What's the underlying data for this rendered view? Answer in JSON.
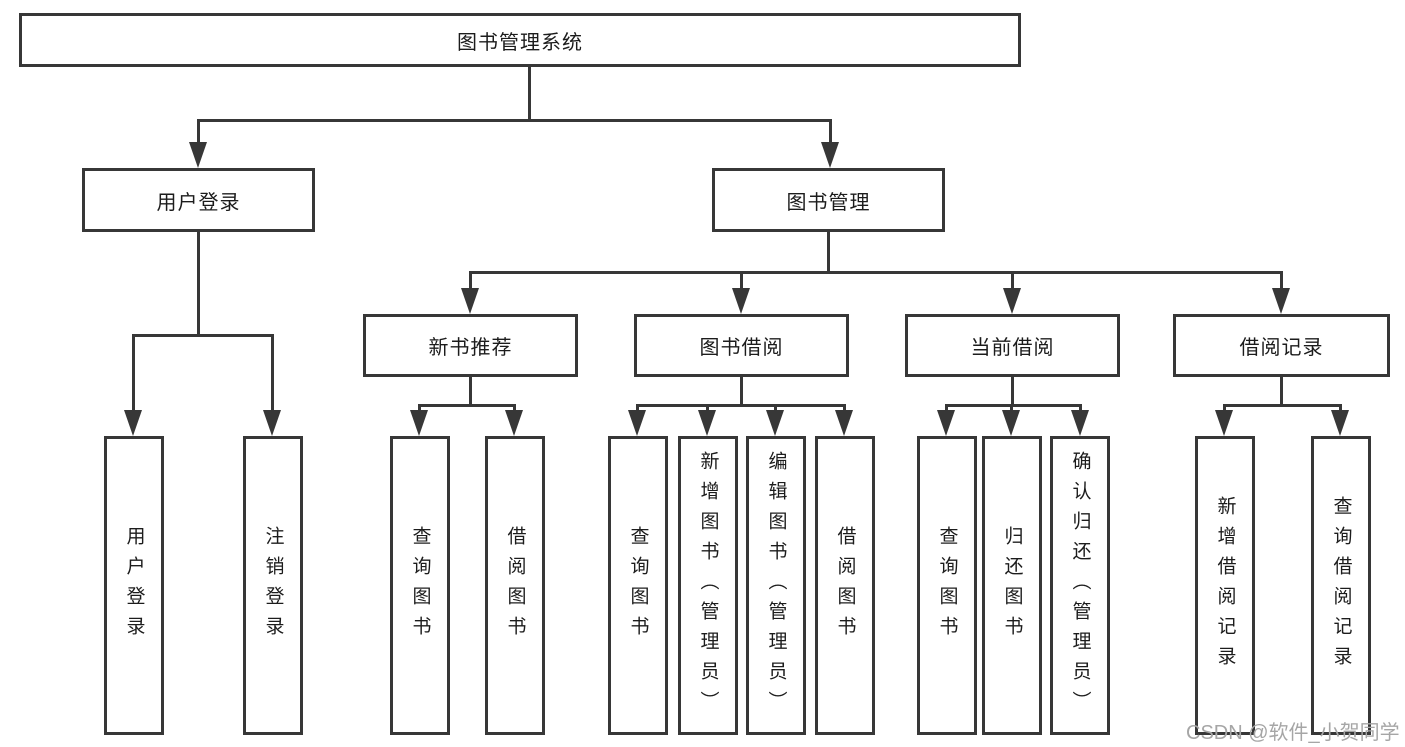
{
  "tree": {
    "root": {
      "label": "图书管理系统"
    },
    "branches": [
      {
        "label": "用户登录",
        "leaves": [
          "用户登录",
          "注销登录"
        ]
      },
      {
        "label": "图书管理",
        "children": [
          {
            "label": "新书推荐",
            "leaves": [
              "查询图书",
              "借阅图书"
            ]
          },
          {
            "label": "图书借阅",
            "leaves": [
              "查询图书",
              "新增图书（管理员）",
              "编辑图书（管理员）",
              "借阅图书"
            ]
          },
          {
            "label": "当前借阅",
            "leaves": [
              "查询图书",
              "归还图书",
              "确认归还（管理员）"
            ]
          },
          {
            "label": "借阅记录",
            "leaves": [
              "新增借阅记录",
              "查询借阅记录"
            ]
          }
        ]
      }
    ]
  },
  "watermark": {
    "text": "CSDN @软件_小贺同学",
    "color": "#a6a6a6"
  },
  "colors": {
    "line": "#373737",
    "text": "#1c1c1c",
    "background": "#ffffff"
  }
}
